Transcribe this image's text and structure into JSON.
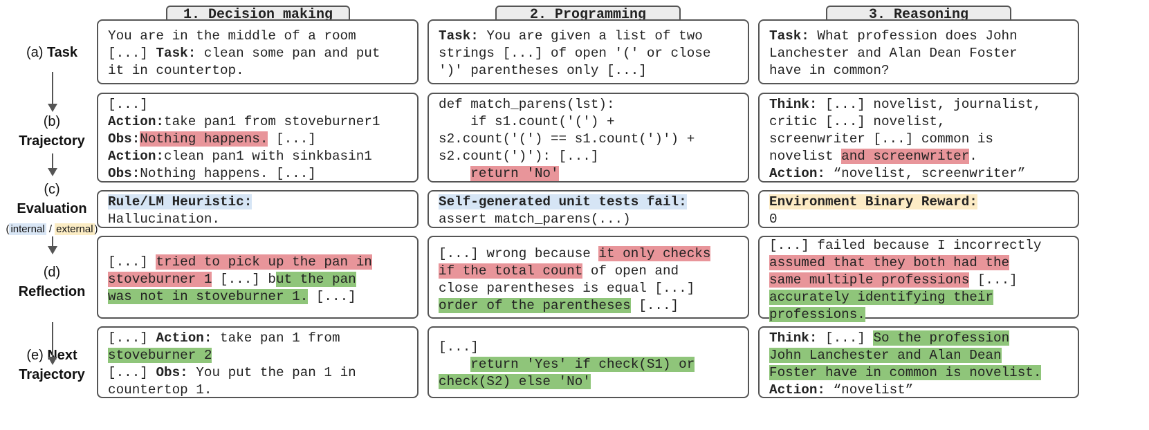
{
  "columns": {
    "c1": "1. Decision making",
    "c2": "2. Programming",
    "c3": "3. Reasoning"
  },
  "stages": {
    "a_prefix": "(a)",
    "a_label": "Task",
    "b_prefix": "(b)",
    "b_label": "Trajectory",
    "c_prefix": "(c)",
    "c_label": "Evaluation",
    "c_internal": "internal",
    "c_slash": " / ",
    "c_external": "external",
    "c_open": "(",
    "c_close": ")",
    "d_prefix": "(d)",
    "d_label": "Reflection",
    "e_prefix": "(e)",
    "e_label1": "Next",
    "e_label2": "Trajectory"
  },
  "decision": {
    "task": {
      "l1": "You are in the middle of a room",
      "l2a": "[...] ",
      "l2b": "Task:",
      "l2c": " clean some pan and put",
      "l3": "it in countertop."
    },
    "traj": {
      "l1": "[...]",
      "l2a": "Action:",
      "l2b": "take pan1 from stoveburner1",
      "l3a": "Obs:",
      "l3b": "Nothing happens.",
      "l3c": " [...]",
      "l4a": "Action:",
      "l4b": "clean pan1 with sinkbasin1",
      "l5a": "Obs:",
      "l5b": "Nothing happens. [...]"
    },
    "eval": {
      "title": "Rule/LM Heuristic:",
      "body": "Hallucination."
    },
    "refl": {
      "l1a": "[...] ",
      "l1b": "tried to pick up the pan in",
      "l2a": "stoveburner 1",
      "l2b": " [...] b",
      "l2c": "ut the pan",
      "l3a": "was not in stoveburner 1.",
      "l3b": " [...]"
    },
    "next": {
      "l1a": "[...] ",
      "l1b": "Action:",
      "l1c": " take pan 1 from",
      "l2": "stoveburner 2",
      "l3a": "[...] ",
      "l3b": "Obs:",
      "l3c": " You put the pan 1 in",
      "l4": "countertop 1."
    }
  },
  "programming": {
    "task": {
      "l1a": "Task:",
      "l1b": " You are given a list of two",
      "l2": "strings [...] of open '(' or close",
      "l3": "')' parentheses only [...]"
    },
    "traj": {
      "l1": "def match_parens(lst):",
      "l2": "    if s1.count('(') +",
      "l3": "s2.count('(') == s1.count(')') +",
      "l4": "s2.count(')'): [...]",
      "l5a": "    ",
      "l5b": "return 'No'"
    },
    "eval": {
      "title": "Self-generated unit tests fail:",
      "body": "assert match_parens(...)"
    },
    "refl": {
      "l1a": "[...] wrong because ",
      "l1b": "it only checks",
      "l2a": "if the total count",
      "l2b": " of open and",
      "l3": "close parentheses is equal [...]",
      "l4a": "order of the parentheses",
      "l4b": " [...]"
    },
    "next": {
      "l1": "[...]",
      "l2a": "    ",
      "l2b": "return 'Yes' if check(S1) or",
      "l3": "check(S2) else 'No'"
    }
  },
  "reasoning": {
    "task": {
      "l1a": "Task:",
      "l1b": " What profession does John",
      "l2": "Lanchester and Alan Dean Foster",
      "l3": "have in common?"
    },
    "traj": {
      "l1a": "Think:",
      "l1b": " [...] novelist, journalist,",
      "l2": "critic [...] novelist,",
      "l3": "screenwriter [...] common is",
      "l4a": "novelist ",
      "l4b": "and screenwriter",
      "l4c": ".",
      "l5a": "Action:",
      "l5b": " “novelist, screenwriter”"
    },
    "eval": {
      "title": "Environment Binary Reward:",
      "body": "0"
    },
    "refl": {
      "l1": "[...] failed because I incorrectly",
      "l2": "assumed that they both had the",
      "l3a": "same multiple professions",
      "l3b": " [...]",
      "l4": "accurately identifying their",
      "l5": "professions."
    },
    "next": {
      "l1a": "Think:",
      "l1b": " [...] ",
      "l1c": "So the profession",
      "l2": "John Lanchester and Alan Dean",
      "l3": "Foster have in common is novelist.",
      "l4a": "Action:",
      "l4b": " “novelist”"
    }
  },
  "colors": {
    "red_highlight": "#e8959a",
    "green_highlight": "#8fc57a",
    "internal_blue": "#d6e5f5",
    "external_yellow": "#fcebc5",
    "header_bg": "#ececec",
    "border": "#555555"
  }
}
